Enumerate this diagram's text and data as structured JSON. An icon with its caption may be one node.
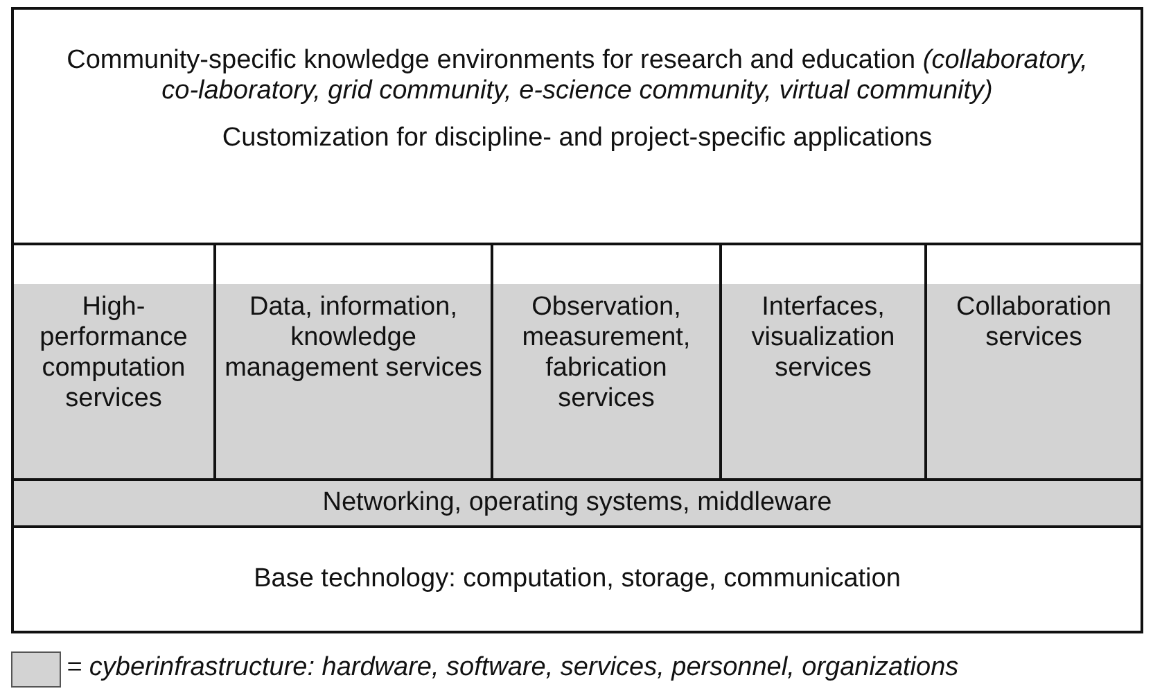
{
  "diagram": {
    "nodes": [
      {
        "text": [
          "Community-specific knowledge environments for research and education *(collaboratory, co-laboratory, grid community, e-science community, virtual community)*",
          "Customization for discipline- and project-specific applications"
        ]
      },
      {
        "text": [
          "High-performance computation services"
        ]
      },
      {
        "text": [
          "Data, information, knowledge management services"
        ]
      },
      {
        "text": [
          "Observation, measurement, fabrication services"
        ]
      },
      {
        "text": [
          "Interfaces, visualization services"
        ]
      },
      {
        "text": [
          "Collaboration services"
        ]
      },
      {
        "text": [
          "Networking, operating systems, middleware"
        ]
      },
      {
        "text": [
          "Base technology: computation, storage, communication"
        ]
      }
    ],
    "edges": [],
    "legend": [
      {
        "text": "= cyberinfrastructure: hardware, software, services, personnel, organizations",
        "color": "#d3d3d3"
      }
    ]
  }
}
